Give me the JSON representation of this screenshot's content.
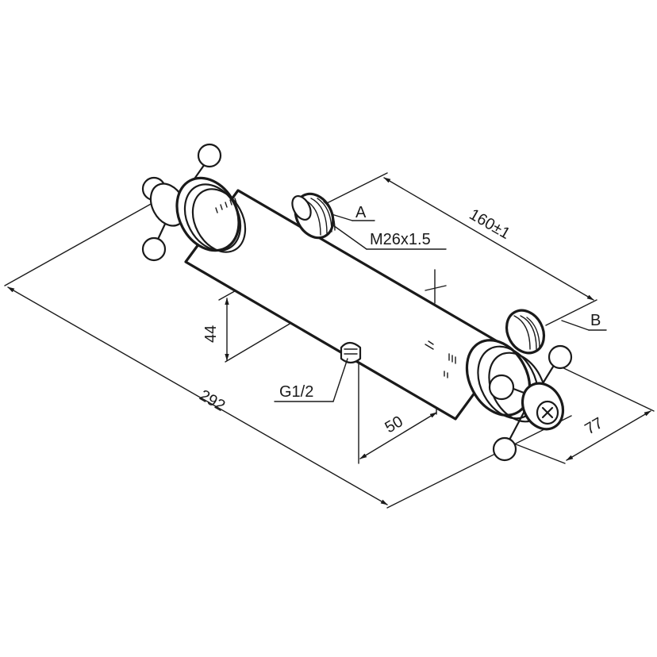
{
  "dimensions": {
    "overall_length": "292",
    "outlet_spacing": "160±1",
    "height": "44",
    "outlet_offset": "50",
    "depth": "77"
  },
  "labels": {
    "point_a": "A",
    "point_b": "B",
    "thread_outlet": "M26x1.5",
    "thread_inlet": "G1/2"
  },
  "colors": {
    "line": "#1a1a1a",
    "background": "#ffffff"
  }
}
